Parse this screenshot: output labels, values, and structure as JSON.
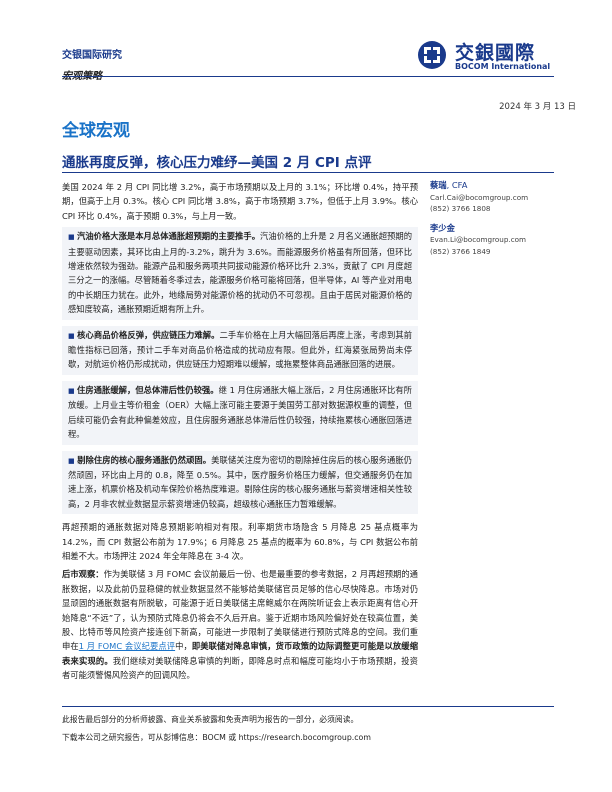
{
  "header": {
    "brand": "交银国际研究",
    "subtitle": "宏观策略",
    "logo_cn": "交銀國際",
    "logo_en": "BOCOM International",
    "date": "2024 年 3 月 13 日"
  },
  "section": "全球宏观",
  "title": "通胀再度反弹，核心压力难纾—美国 2 月 CPI 点评",
  "intro": "美国 2024 年 2 月 CPI 同比增 3.2%，高于市场预期以及上月的 3.1%；环比增 0.4%，持平预期，但高于上月 0.3%。核心 CPI 同比增 3.8%，高于市场预期 3.7%，但低于上月 3.9%。核心 CPI 环比 0.4%，高于预期 0.3%，与上月一致。",
  "points": [
    {
      "head": "汽油价格大涨是本月总体通胀超预期的主要推手。",
      "body": "汽油价格的上升是 2 月名义通胀超预期的主要驱动因素，其环比由上月的-3.2%，跳升为 3.6%。而能源服务价格虽有所回落，但环比增速依然较为强劲。能源产品和服务两项共同拔动能源价格环比升 2.3%，贡献了 CPI 月度超三分之一的涨幅。尽管随着冬季过去，能源服务价格可能将回落，但半导体，AI 等产业对用电的中长期压力犹在。此外，地缘局势对能源价格的扰动仍不可忽视。且由于居民对能源价格的感知度较高，通胀预期近期有所上升。"
    },
    {
      "head": "核心商品价格反弹，供应链压力难解。",
      "body": "二手车价格在上月大幅回落后再度上涨，考虑到其前瞻性指标已回落，预计二手车对商品价格造成的扰动应有限。但此外，红海紧张局势尚未停歇，对航运价格仍形成扰动，供应链压力短期难以缓解，或拖累整体商品通胀回落的进展。"
    },
    {
      "head": "住房通胀缓解，但总体滞后性仍较强。",
      "body": "继 1 月住房通胀大幅上涨后，2 月住房通胀环比有所放缓。上月业主等价租金（OER）大幅上涨可能主要源于美国劳工部对数据源权重的调整，但后续可能仍会有此种偏差效应，且住房服务通胀总体滞后性仍较强，持续拖累核心通胀回落进程。"
    },
    {
      "head": "剔除住房的核心服务通胀仍然顽固。",
      "body": "美联储关注度为密切的剔除掉住房后的核心服务通胀仍然顽固，环比由上月的 0.8，降至 0.5%。其中，医疗服务价格压力缓解，但交通服务仍在加速上涨，机票价格及机动车保险价格热度难退。剔除住房的核心服务通胀与薪资增速相关性较高，2 月非农就业数据显示薪资增速仍较高，超级核心通胀压力暂难缓解。"
    }
  ],
  "para2": "再超预期的通胀数据对降息预期影响相对有限。利率期货市场隐含 5 月降息 25 基点概率为 14.2%，而 CPI 数据公布前为 17.9%；6 月降息 25 基点的概率为 60.8%，与 CPI 数据公布前相差不大。市场押注 2024 年全年降息在 3-4 次。",
  "outlook": {
    "label": "后市观察：",
    "text1": "作为美联储 3 月 FOMC 会议前最后一份、也是最重要的参考数据，2 月再超预期的通胀数据，以及此前仍显稳健的就业数据显然不能够给美联储官员足够的信心尽快降息。市场对仍显顽固的通胀数据有所脱敏，可能源于近日美联储主席鲍威尔在两院听证会上表示距离有信心开始降息“不远”了，认为预防式降息仍将会不久后开启。鉴于近期市场风险偏好处在较高位置，美股、比特币等风险资产接连创下新高，可能进一步限制了美联储进行预防式降息的空间。我们重申在",
    "link": "1 月 FOMC 会议纪要点评",
    "text2": "中，",
    "bold": "即美联储对降息审慎，货币政策的边际调整更可能是以放缓缩表来实现的。",
    "text3": "我们继续对美联储降息审慎的判断，即降息时点和幅度可能均小于市场预期，投资者可能须警惕风险资产的回调风险。"
  },
  "analysts": [
    {
      "name": "蔡瑞",
      "cfa": ", CFA",
      "email": "Carl.Cai@bocomgroup.com",
      "phone": "(852) 3766 1808"
    },
    {
      "name": "李少金",
      "cfa": "",
      "email": "Evan.Li@bocomgroup.com",
      "phone": "(852) 3766 1849"
    }
  ],
  "footer": {
    "line1": "此报告最后部分的分析师披露、商业关系披露和免责声明为报告的一部分，必须阅读。",
    "line2": "下载本公司之研究报告，可从彭博信息：BOCM 或 https://research.bocomgroup.com"
  },
  "colors": {
    "brand_navy": "#1a3a8c",
    "section_blue": "#1a73c8",
    "box_bg": "#f2f4f8"
  }
}
